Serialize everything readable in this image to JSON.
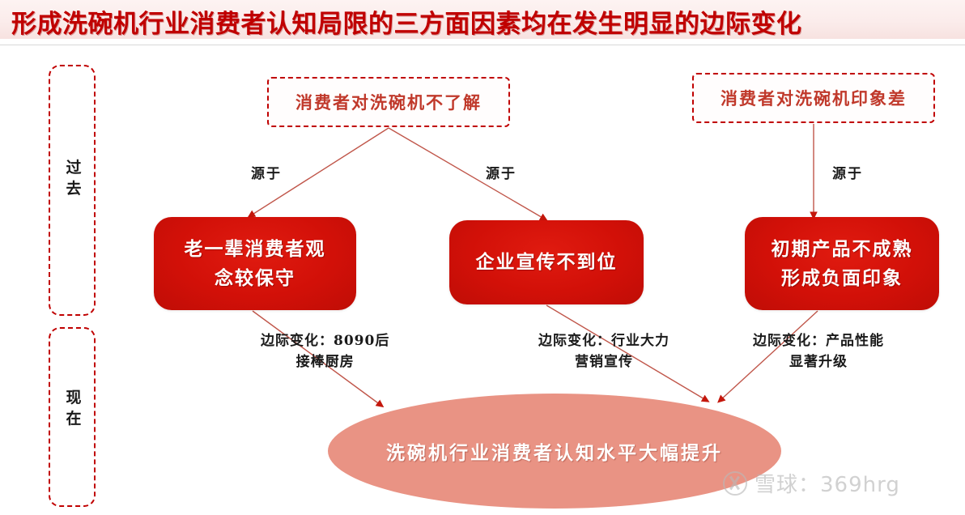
{
  "slide": {
    "title": "形成洗碗机行业消费者认知局限的三方面因素均在发生明显的边际变化",
    "title_color": "#c00000",
    "background": "#ffffff"
  },
  "phases": [
    {
      "name": "past",
      "label_chars": [
        "过",
        "去"
      ]
    },
    {
      "name": "present",
      "label_chars": [
        "现",
        "在"
      ]
    }
  ],
  "causes": [
    {
      "id": "cause-unfamiliar",
      "text": "消费者对洗碗机不了解"
    },
    {
      "id": "cause-bad-impression",
      "text": "消费者对洗碗机印象差"
    }
  ],
  "connector_labels": {
    "source_1": "源于",
    "source_2": "源于",
    "source_3": "源于"
  },
  "factors": [
    {
      "id": "factor-conservative",
      "line1": "老一辈消费者观",
      "line2": "念较保守"
    },
    {
      "id": "factor-promotion",
      "line1": "企业宣传不到位",
      "line2": ""
    },
    {
      "id": "factor-immature",
      "line1": "初期产品不成熟",
      "line2": "形成负面印象"
    }
  ],
  "marginal_changes": [
    {
      "id": "margin-change-kitchen",
      "line1": "边际变化：8090后",
      "line2": "接棒厨房"
    },
    {
      "id": "margin-change-marketing",
      "line1": "边际变化：行业大力",
      "line2": "营销宣传"
    },
    {
      "id": "margin-change-performance",
      "line1": "边际变化：产品性能",
      "line2": "显著升级"
    }
  ],
  "result": {
    "text": "洗碗机行业消费者认知水平大幅提升",
    "fill_color": "#e99384"
  },
  "watermark": {
    "text": "雪球：369hrg",
    "logo_name": "xueqiu-logo-icon"
  },
  "colors": {
    "accent_red": "#c00000",
    "box_red": "#d21008",
    "connector_red": "#c0564a",
    "ellipse_salmon": "#e99384"
  }
}
